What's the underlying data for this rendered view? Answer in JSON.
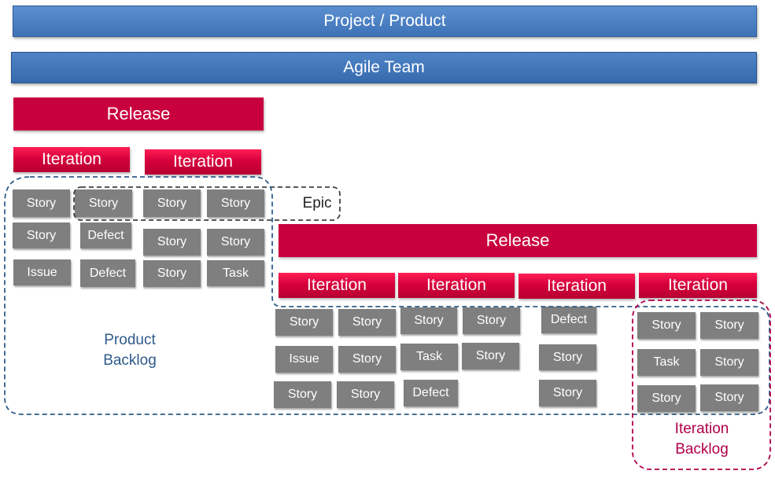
{
  "header": {
    "project": "Project / Product",
    "team": "Agile Team"
  },
  "release_1": {
    "label": "Release",
    "iterations": [
      "Iteration",
      "Iteration"
    ]
  },
  "release_2": {
    "label": "Release",
    "iterations": [
      "Iteration",
      "Iteration",
      "Iteration",
      "Iteration"
    ]
  },
  "epic_label": "Epic",
  "product_backlog_label": [
    "Product",
    "Backlog"
  ],
  "iteration_backlog_label": [
    "Iteration",
    "Backlog"
  ],
  "cards": [
    "Story",
    "Story",
    "Story",
    "Story",
    "Story",
    "Defect",
    "Story",
    "Story",
    "Issue",
    "Defect",
    "Story",
    "Task",
    "Story",
    "Story",
    "Story",
    "Story",
    "Defect",
    "Issue",
    "Story",
    "Task",
    "Story",
    "Story",
    "Story",
    "Story",
    "Defect",
    "Story",
    "Story",
    "Story",
    "Task",
    "Story",
    "Story",
    "Story"
  ],
  "colors": {
    "blue": "#4a80c4",
    "release": "#c8003e",
    "iteration": "#e0003f",
    "card": "#7f7f7f",
    "product_backlog": "#2f5b8a",
    "iteration_backlog": "#b0004a"
  }
}
